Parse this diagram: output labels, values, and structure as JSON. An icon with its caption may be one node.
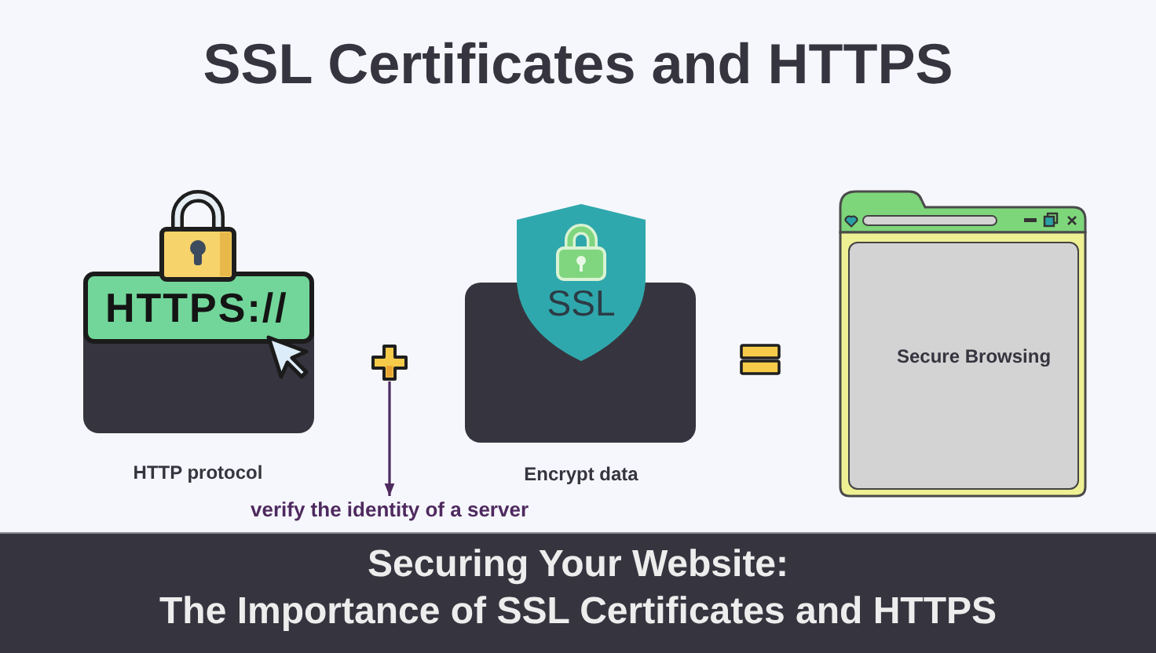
{
  "diagram": {
    "title": "SSL Certificates and HTTPS",
    "caption": "Securing Your Website: The Importance of SSL Certificates and HTTPS",
    "nodes": [
      {
        "text": [
          "HTTPS://"
        ],
        "beside": [
          "HTTP protocol"
        ]
      },
      {
        "text": [],
        "shape": "plus"
      },
      {
        "text": [
          "verify the identity of a server"
        ]
      },
      {
        "text": [
          "SSL"
        ],
        "beside": [
          "Encrypt data"
        ]
      },
      {
        "text": [
          "Secure Browsing"
        ]
      }
    ],
    "edges": [
      {
        "from": 1,
        "to": 2,
        "arrow": "to"
      }
    ]
  }
}
